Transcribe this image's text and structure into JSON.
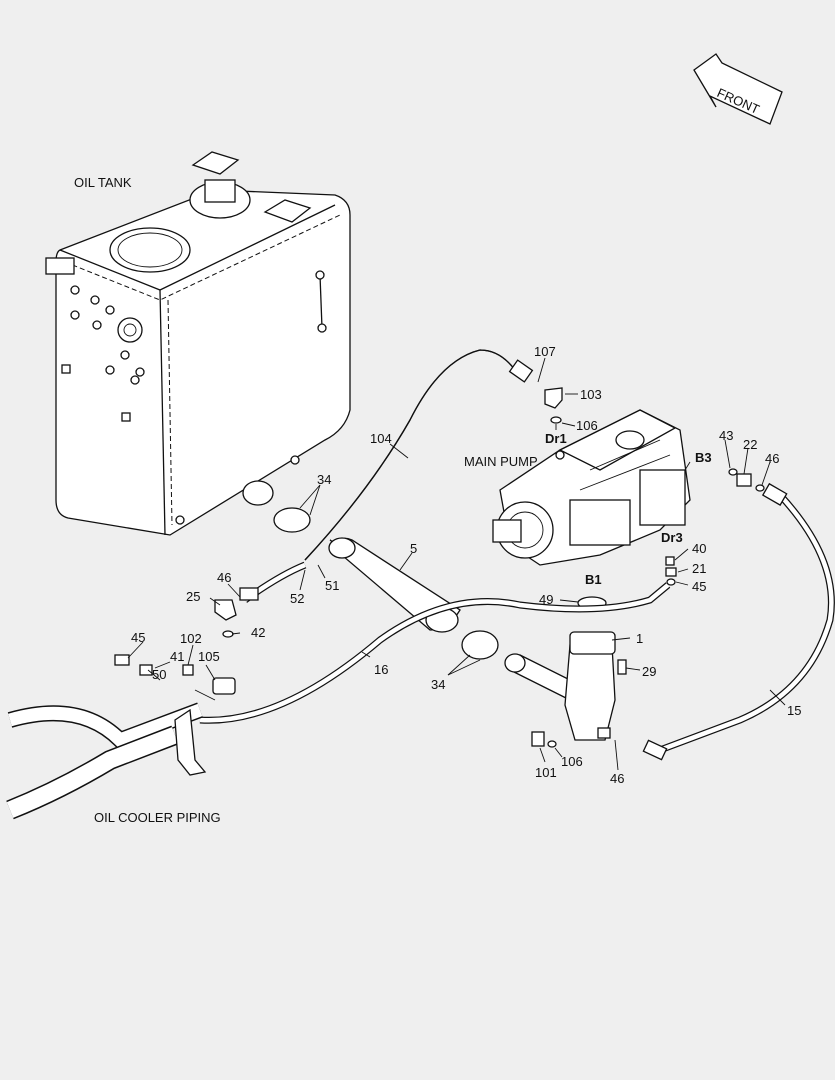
{
  "labels": {
    "front": "FRONT",
    "oil_tank": "OIL TANK",
    "main_pump": "MAIN PUMP",
    "oil_cooler_piping": "OIL COOLER PIPING"
  },
  "ports": {
    "dr1": "Dr1",
    "dr3": "Dr3",
    "b1": "B1",
    "b3": "B3"
  },
  "callouts": {
    "n107": "107",
    "n103": "103",
    "n106a": "106",
    "n104": "104",
    "n43": "43",
    "n22": "22",
    "n46a": "46",
    "n34a": "34",
    "n5": "5",
    "n40": "40",
    "n21": "21",
    "n45a": "45",
    "n46b": "46",
    "n25": "25",
    "n51": "51",
    "n52": "52",
    "n49": "49",
    "n42": "42",
    "n1": "1",
    "n45b": "45",
    "n102": "102",
    "n50": "50",
    "n41": "41",
    "n105": "105",
    "n29": "29",
    "n16": "16",
    "n34b": "34",
    "n15": "15",
    "n101": "101",
    "n106b": "106",
    "n46c": "46"
  }
}
